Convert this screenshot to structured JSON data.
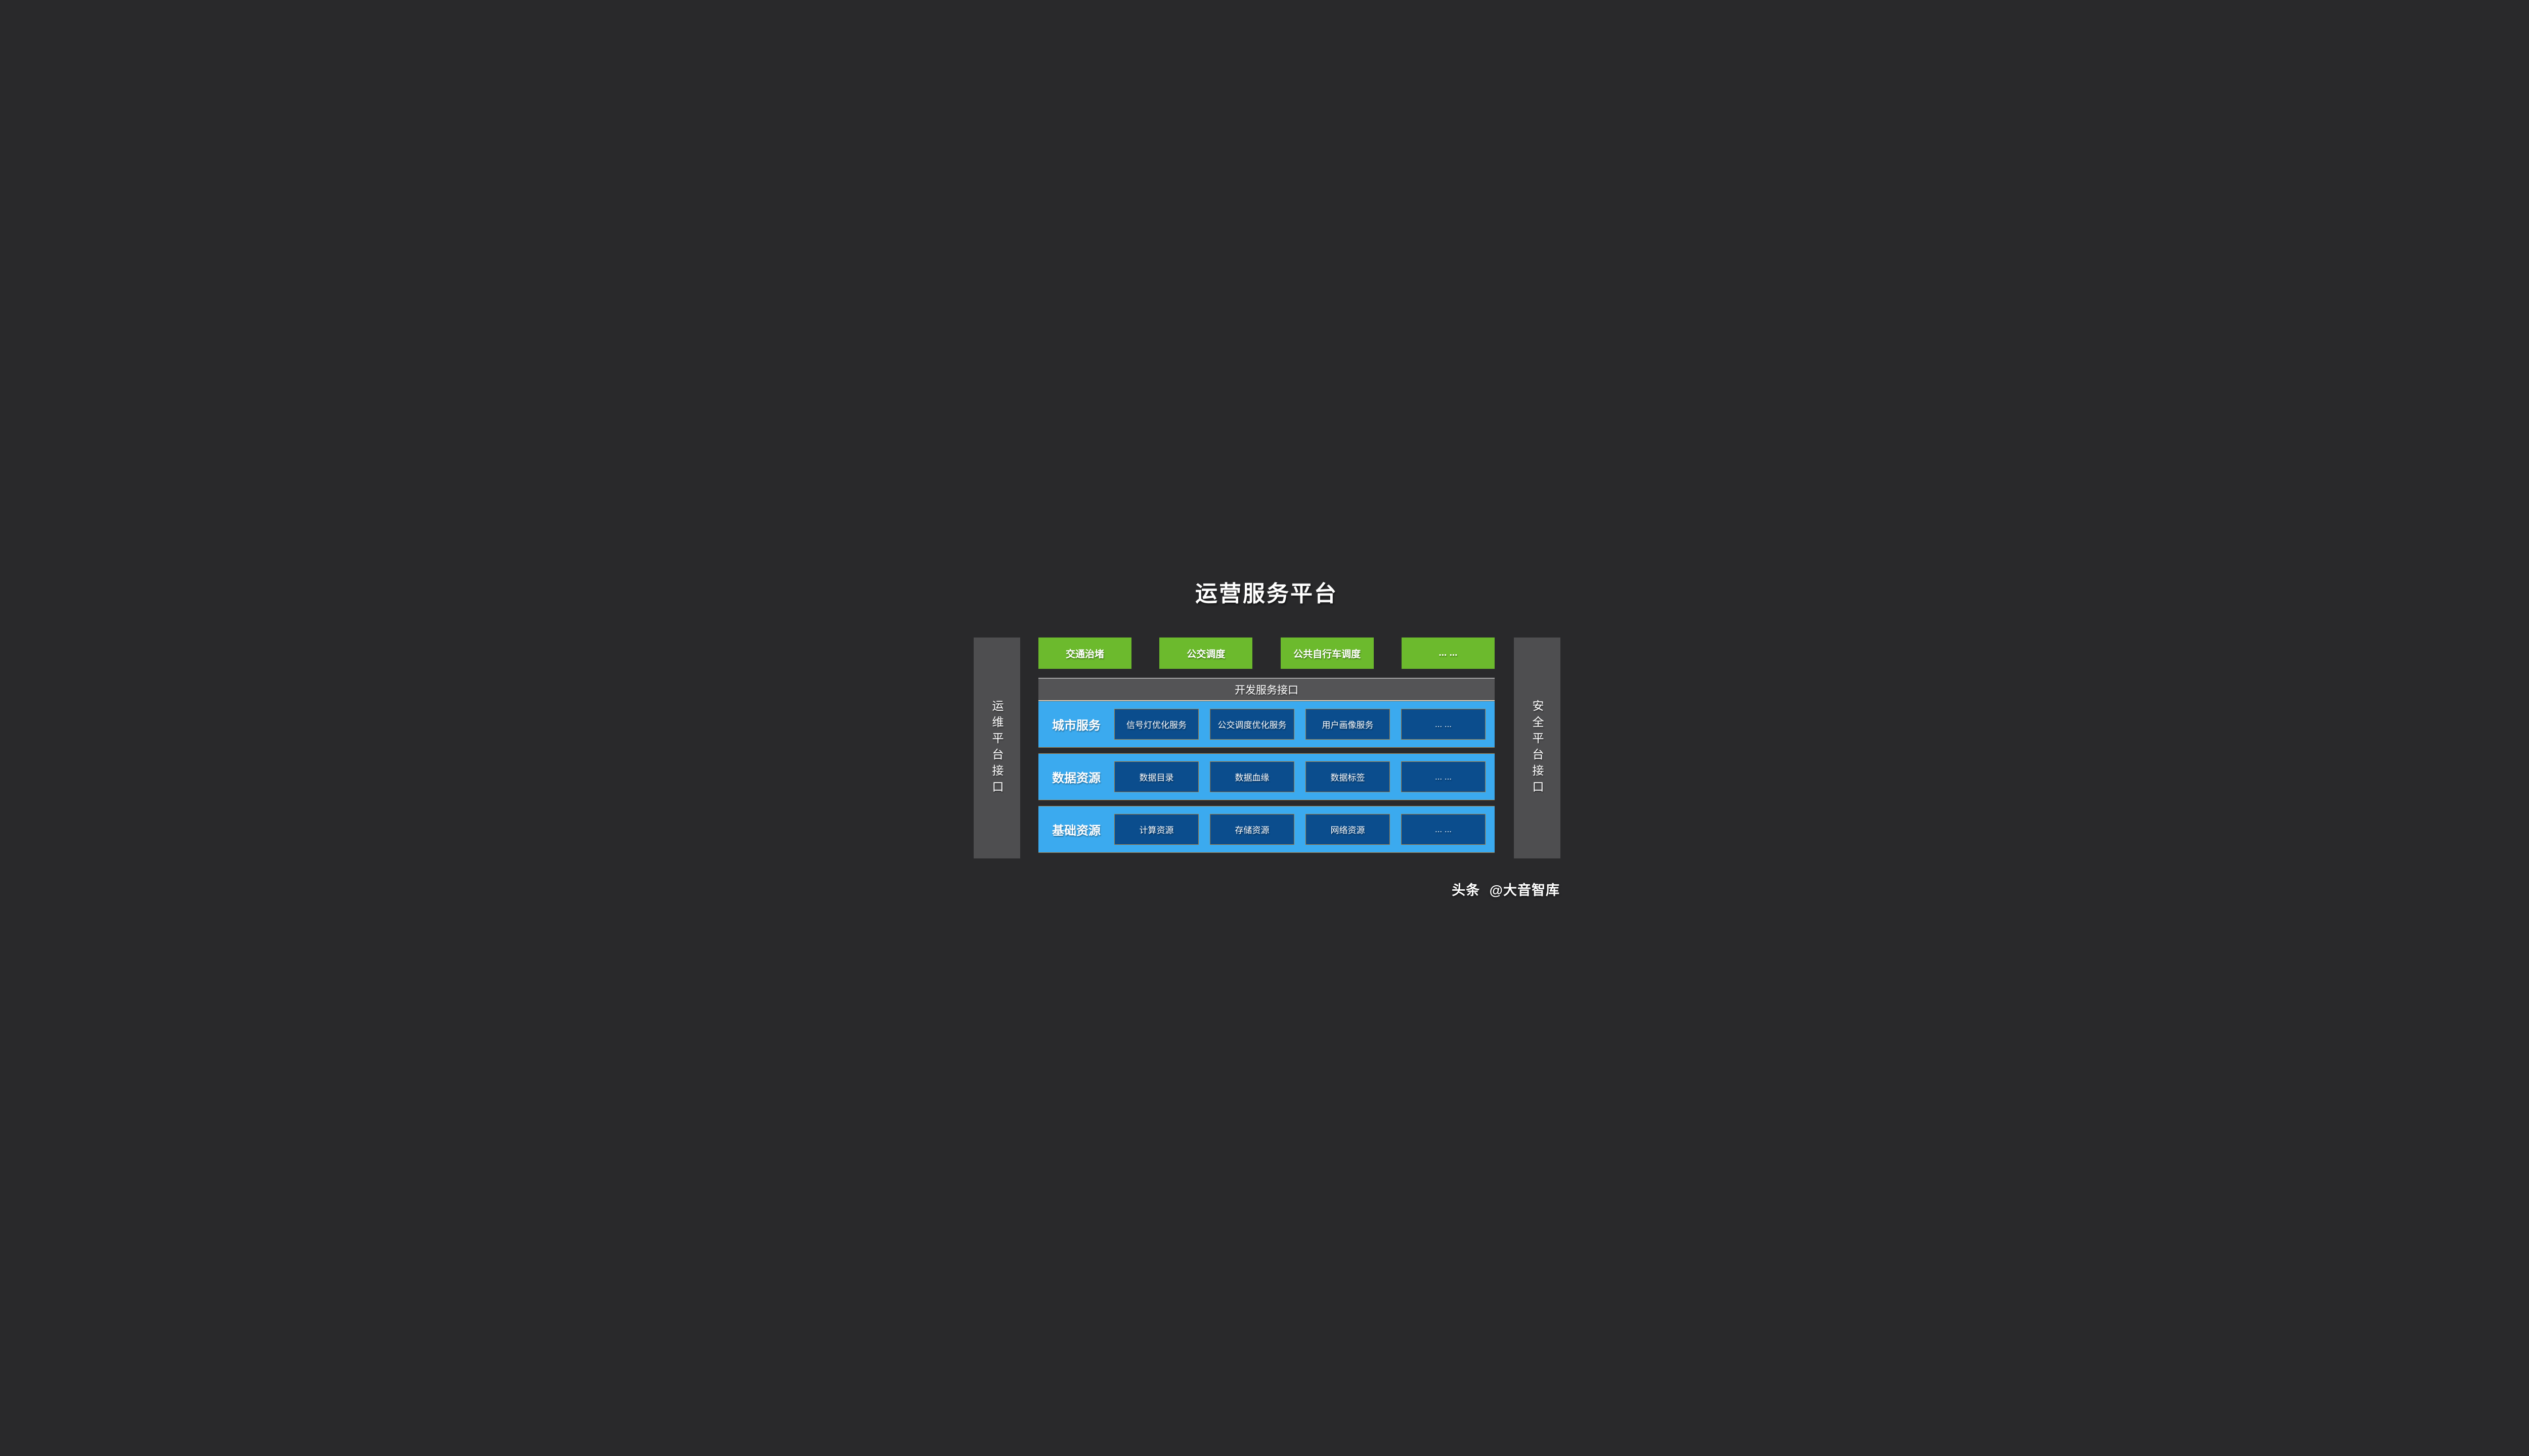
{
  "title": "运营服务平台",
  "colors": {
    "bg": "#29292b",
    "panel": "#4e4e50",
    "bar": "#545456",
    "green": "#6cba2d",
    "band": "#3baaef",
    "box": "#0b4d8d",
    "border_tan": "#a0763b",
    "text": "#ffffff"
  },
  "left_sidebar": {
    "label": "运维平台接口"
  },
  "right_sidebar": {
    "label": "安全平台接口"
  },
  "apps": {
    "items": [
      "交通治堵",
      "公交调度",
      "公共自行车调度",
      "... ..."
    ]
  },
  "interface_bar": {
    "label": "开发服务接口"
  },
  "layers": [
    {
      "label": "城市服务",
      "items": [
        "信号灯优化服务",
        "公交调度优化服务",
        "用户画像服务",
        "... ..."
      ]
    },
    {
      "label": "数据资源",
      "items": [
        "数据目录",
        "数据血缘",
        "数据标签",
        "... ..."
      ]
    },
    {
      "label": "基础资源",
      "items": [
        "计算资源",
        "存储资源",
        "网络资源",
        "... ..."
      ]
    }
  ],
  "watermark": {
    "brand": "头条",
    "handle": "@大音智库"
  }
}
